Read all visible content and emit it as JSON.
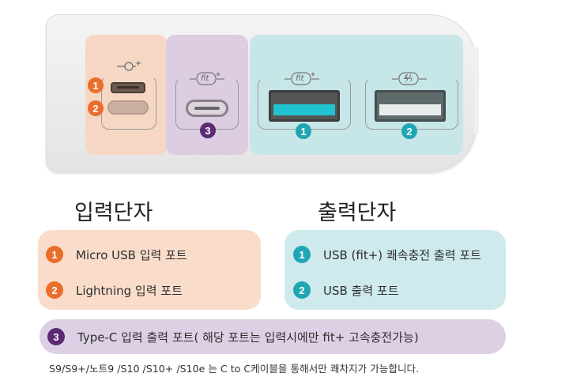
{
  "diagram": {
    "markers": {
      "input_1": "1",
      "input_2": "2",
      "typec": "3",
      "output_1": "1",
      "output_2": "2"
    },
    "fit_label": "fit",
    "colors": {
      "orange": "#e96e2c",
      "teal": "#20a6b3",
      "purple": "#5b2a73"
    }
  },
  "headings": {
    "input": "입력단자",
    "output": "출력단자"
  },
  "input_legend": [
    {
      "num": "1",
      "label": "Micro USB 입력 포트"
    },
    {
      "num": "2",
      "label": "Lightning 입력 포트"
    }
  ],
  "output_legend": [
    {
      "num": "1",
      "label": "USB (fit+) 쾌속충전 출력 포트"
    },
    {
      "num": "2",
      "label": "USB 출력 포트"
    }
  ],
  "typec_legend": {
    "num": "3",
    "label": "Type-C 입력 출력 포트( 해당 포트는 입력시에만 fit+ 고속충전가능)"
  },
  "note": "S9/S9+/노트9 /S10 /S10+ /S10e 는 C to C케이블을 통해서만 쾌차지가 가능합니다."
}
